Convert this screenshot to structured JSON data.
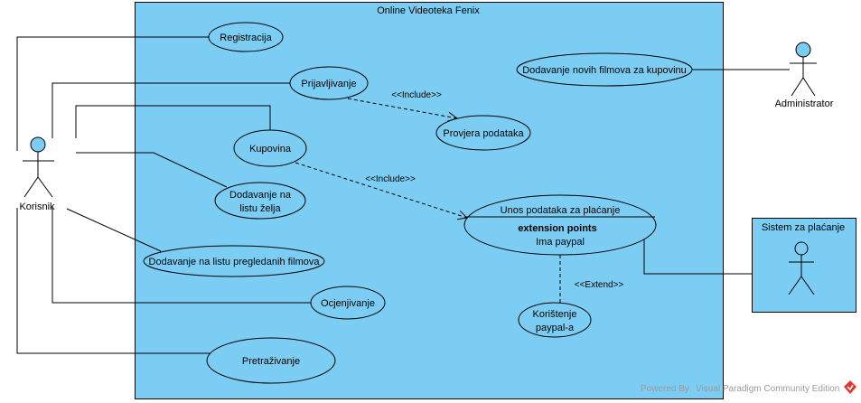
{
  "system": {
    "title": "Online Videoteka Fenix"
  },
  "actors": {
    "korisnik": "Korisnik",
    "administrator": "Administrator",
    "sistem_za_placanje": "Sistem za plaćanje"
  },
  "use_cases": {
    "registracija": "Registracija",
    "prijavljivanje": "Prijavljivanje",
    "provjera_podataka": "Provjera podataka",
    "kupovina": "Kupovina",
    "dodavanje_na_listu_zelja_1": "Dodavanje na",
    "dodavanje_na_listu_zelja_2": "listu želja",
    "dodavanje_pregledanih": "Dodavanje na listu pregledanih filmova",
    "ocjenjivanje": "Ocjenjivanje",
    "pretrazivanje": "Pretraživanje",
    "dodavanje_novih_filmova": "Dodavanje novih filmova za kupovinu",
    "unos_podataka": "Unos podataka za plaćanje",
    "extension_points": "extension points",
    "ima_paypal": "Ima paypal",
    "koristenje_paypal_1": "Korištenje",
    "koristenje_paypal_2": "paypal-a"
  },
  "relations": {
    "include_1": "<<Include>>",
    "include_2": "<<Include>>",
    "extend": "<<Extend>>"
  },
  "footer": {
    "powered_by": "Powered By",
    "product": "Visual Paradigm Community Edition"
  },
  "colors": {
    "system_fill": "#7ccdf3",
    "line": "#000000",
    "logo_red": "#e0392b"
  }
}
